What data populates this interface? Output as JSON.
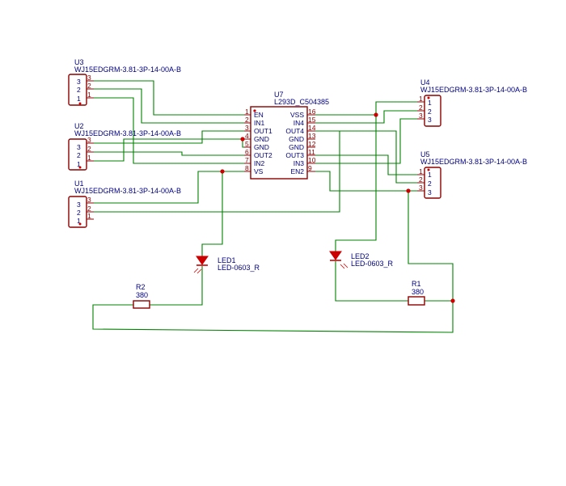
{
  "components": {
    "u3": {
      "ref": "U3",
      "value": "WJ15EDGRM-3.81-3P-14-00A-B",
      "pins": [
        "3",
        "2",
        "1"
      ]
    },
    "u2": {
      "ref": "U2",
      "value": "WJ15EDGRM-3.81-3P-14-00A-B",
      "pins": [
        "3",
        "2",
        "1"
      ]
    },
    "u1": {
      "ref": "U1",
      "value": "WJ15EDGRM-3.81-3P-14-00A-B",
      "pins": [
        "3",
        "2",
        "1"
      ]
    },
    "u4": {
      "ref": "U4",
      "value": "WJ15EDGRM-3.81-3P-14-00A-B",
      "pins": [
        "1",
        "2",
        "3"
      ]
    },
    "u5": {
      "ref": "U5",
      "value": "WJ15EDGRM-3.81-3P-14-00A-B",
      "pins": [
        "1",
        "2",
        "3"
      ]
    },
    "u7": {
      "ref": "U7",
      "value": "L293D_C504385",
      "left_pins": [
        {
          "num": "1",
          "name": "EN"
        },
        {
          "num": "2",
          "name": "IN1"
        },
        {
          "num": "3",
          "name": "OUT1"
        },
        {
          "num": "4",
          "name": "GND"
        },
        {
          "num": "5",
          "name": "GND"
        },
        {
          "num": "6",
          "name": "OUT2"
        },
        {
          "num": "7",
          "name": "IN2"
        },
        {
          "num": "8",
          "name": "VS"
        }
      ],
      "right_pins": [
        {
          "num": "16",
          "name": "VSS"
        },
        {
          "num": "15",
          "name": "IN4"
        },
        {
          "num": "14",
          "name": "OUT4"
        },
        {
          "num": "13",
          "name": "GND"
        },
        {
          "num": "12",
          "name": "GND"
        },
        {
          "num": "11",
          "name": "OUT3"
        },
        {
          "num": "10",
          "name": "IN3"
        },
        {
          "num": "9",
          "name": "EN2"
        }
      ]
    },
    "led1": {
      "ref": "LED1",
      "value": "LED-0603_R"
    },
    "led2": {
      "ref": "LED2",
      "value": "LED-0603_R"
    },
    "r1": {
      "ref": "R1",
      "value": "380"
    },
    "r2": {
      "ref": "R2",
      "value": "380"
    }
  },
  "colors": {
    "wire": "#008000",
    "body": "#8b0000",
    "text": "#000080",
    "junction": "#cc0000",
    "led": "#cc0000"
  }
}
